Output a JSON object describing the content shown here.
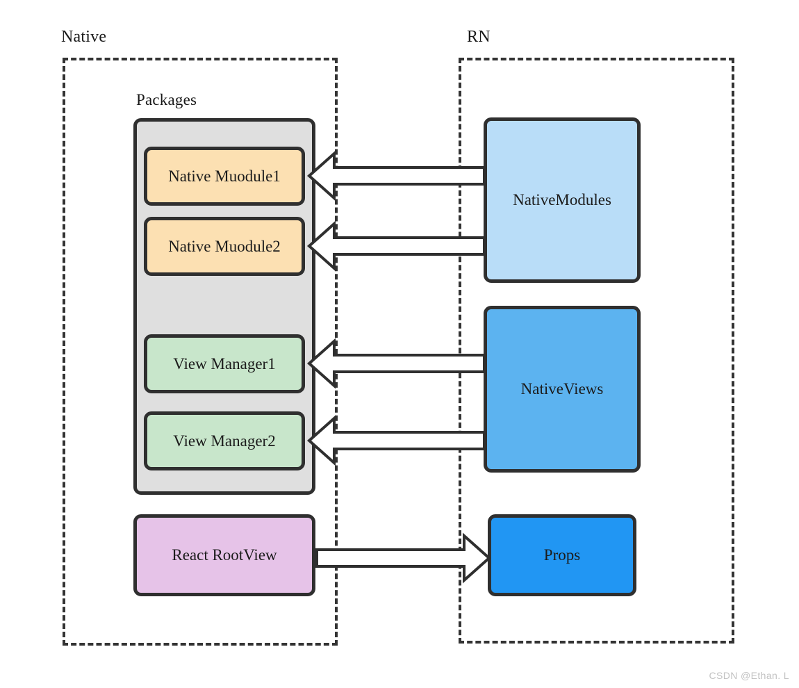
{
  "diagram": {
    "title_native": "Native",
    "title_rn": "RN",
    "packages_label": "Packages",
    "watermark": "CSDN @Ethan. L",
    "colors": {
      "background": "#ffffff",
      "stroke": "#2f2f2f",
      "dashed_border": "#333333",
      "packages_fill": "#dfdfdf",
      "native_module_fill": "#fce0b2",
      "view_manager_fill": "#c8e6cb",
      "react_rootview_fill": "#e6c3e8",
      "native_modules_fill": "#b9ddf8",
      "native_views_fill": "#5cb3f0",
      "props_fill": "#2196f3",
      "arrow_fill": "#ffffff",
      "watermark": "#c2c2c2"
    },
    "zones": [
      {
        "id": "native",
        "label": "Native",
        "side": "left"
      },
      {
        "id": "rn",
        "label": "RN",
        "side": "right"
      }
    ],
    "native_nodes": [
      {
        "id": "native-module-1",
        "label": "Native Muodule1",
        "group": "packages",
        "fill": "#fce0b2"
      },
      {
        "id": "native-module-2",
        "label": "Native Muodule2",
        "group": "packages",
        "fill": "#fce0b2"
      },
      {
        "id": "view-manager-1",
        "label": "View Manager1",
        "group": "packages",
        "fill": "#c8e6cb"
      },
      {
        "id": "view-manager-2",
        "label": "View Manager2",
        "group": "packages",
        "fill": "#c8e6cb"
      },
      {
        "id": "react-rootview",
        "label": "React RootView",
        "group": "none",
        "fill": "#e6c3e8"
      }
    ],
    "rn_nodes": [
      {
        "id": "native-modules",
        "label": "NativeModules",
        "fill": "#b9ddf8"
      },
      {
        "id": "native-views",
        "label": "NativeViews",
        "fill": "#5cb3f0"
      },
      {
        "id": "props",
        "label": "Props",
        "fill": "#2196f3"
      }
    ],
    "connections": [
      {
        "id": "nm-to-native-module-1",
        "from": "NativeModules",
        "to": "Native Muodule1",
        "direction": "left"
      },
      {
        "id": "nm-to-native-module-2",
        "from": "NativeModules",
        "to": "Native Muodule2",
        "direction": "left"
      },
      {
        "id": "nv-to-view-manager-1",
        "from": "NativeViews",
        "to": "View Manager1",
        "direction": "left"
      },
      {
        "id": "nv-to-view-manager-2",
        "from": "NativeViews",
        "to": "View Manager2",
        "direction": "left"
      },
      {
        "id": "rootview-to-props",
        "from": "React RootView",
        "to": "Props",
        "direction": "right"
      }
    ]
  }
}
